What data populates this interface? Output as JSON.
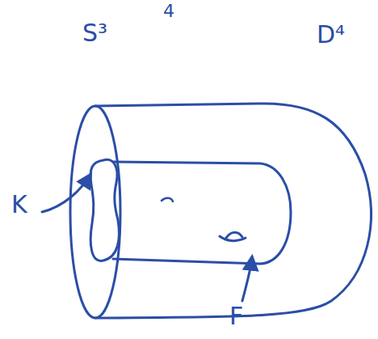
{
  "diagram": {
    "labels": [
      "4",
      "S³",
      "D⁴",
      "K",
      "F"
    ]
  }
}
